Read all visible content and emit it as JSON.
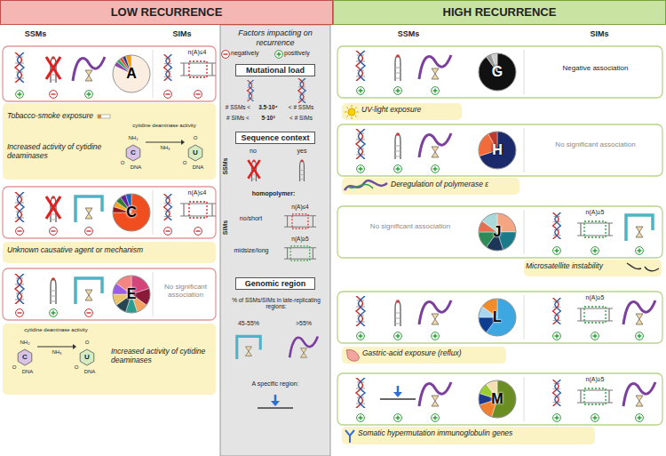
{
  "diagram": {
    "nodes": [
      {
        "text": [
          "LOW RECURRENCE"
        ]
      },
      {
        "text": [
          "HIGH RECURRENCE"
        ]
      },
      {
        "text": [
          "A"
        ]
      },
      {
        "text": [
          "Tobacco-smoke exposure"
        ]
      },
      {
        "text": [
          "Increased activity of cytidine deaminases"
        ]
      },
      {
        "text": [
          "C"
        ]
      },
      {
        "text": [
          "Unknown causative agent or mechanism"
        ]
      },
      {
        "text": [
          "E"
        ]
      },
      {
        "text": [
          "Increased activity of cytidine deaminases"
        ]
      },
      {
        "text": [
          "Factors impacting on recurrence"
        ]
      },
      {
        "text": [
          "Mutational load"
        ],
        "in": 9
      },
      {
        "text": [
          "Sequence context"
        ],
        "in": 9
      },
      {
        "text": [
          "Genomic region"
        ],
        "in": 9
      },
      {
        "text": [
          "G"
        ]
      },
      {
        "text": [
          "UV-light exposure"
        ]
      },
      {
        "text": [
          "H"
        ]
      },
      {
        "text": [
          "Deregulation of polymerase ε"
        ]
      },
      {
        "text": [
          "J"
        ]
      },
      {
        "text": [
          "Microsatellite instability"
        ]
      },
      {
        "text": [
          "L"
        ]
      },
      {
        "text": [
          "Gastric-acid exposure (reflux)"
        ]
      },
      {
        "text": [
          "M"
        ]
      },
      {
        "text": [
          "Somatic hypermutation immunoglobulin genes"
        ]
      }
    ],
    "labels": [
      "SSMs",
      "SIMs",
      "n(A)≤4",
      "cytidine deaminase activity",
      "NH₂",
      "C",
      "O",
      "DNA",
      "NH₃",
      "O",
      "U",
      "O",
      "DNA",
      "n(A)≤4",
      "No significant association",
      "cytidine deaminase activity",
      "NH₂",
      "C",
      "O",
      "DNA",
      "NH₃",
      "O",
      "U",
      "O",
      "DNA",
      "negatively",
      "positively",
      "# SSMs <",
      "3.5·10⁴",
      "< # SSMs",
      "# SIMs <",
      "5·10³",
      "< # SIMs",
      "SSMs",
      "no",
      "yes",
      "SIMs",
      "homopolymer:",
      "no/short",
      "n(A)≤4",
      "midsize/long",
      "n(A)≥5",
      "% of SSMs/SIMs in late-replicating regions:",
      "45-55%",
      ">55%",
      "A specific region:",
      "SSMs",
      "SIMs",
      "Negative association",
      "No significant association",
      "No significant association",
      "n(A)≥5",
      "n(A)≥5",
      "n(A)≥5"
    ]
  }
}
